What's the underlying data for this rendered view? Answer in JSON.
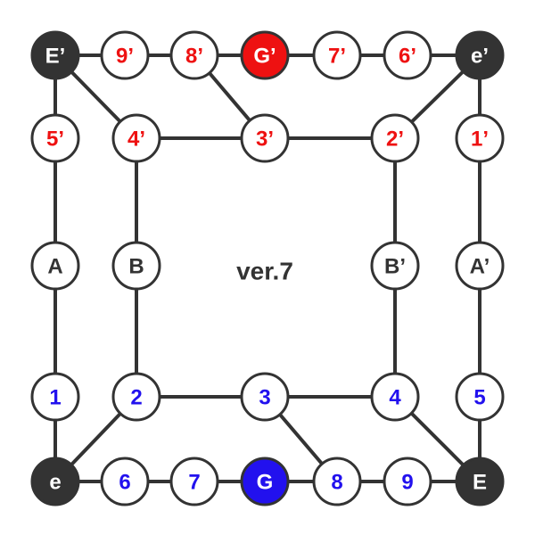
{
  "version_label": "ver.7",
  "colors": {
    "black_fill": "#333333",
    "black_text": "#ffffff",
    "white_fill": "#ffffff",
    "red_fill": "#ee1111",
    "red_text": "#ee1111",
    "blue_fill": "#2211ee",
    "blue_text": "#2211ee",
    "neutral_text": "#333333",
    "edge": "#333333"
  },
  "nodes": [
    {
      "id": "E_prime",
      "label": "E’",
      "style": "black"
    },
    {
      "id": "n9p",
      "label": "9’",
      "style": "red"
    },
    {
      "id": "n8p",
      "label": "8’",
      "style": "red"
    },
    {
      "id": "G_prime",
      "label": "G’",
      "style": "red-filled"
    },
    {
      "id": "n7p",
      "label": "7’",
      "style": "red"
    },
    {
      "id": "n6p",
      "label": "6’",
      "style": "red"
    },
    {
      "id": "e_prime",
      "label": "e’",
      "style": "black"
    },
    {
      "id": "n5p",
      "label": "5’",
      "style": "red"
    },
    {
      "id": "n4p",
      "label": "4’",
      "style": "red"
    },
    {
      "id": "n3p",
      "label": "3’",
      "style": "red"
    },
    {
      "id": "n2p",
      "label": "2’",
      "style": "red"
    },
    {
      "id": "n1p",
      "label": "1’",
      "style": "red"
    },
    {
      "id": "A",
      "label": "A",
      "style": "neutral"
    },
    {
      "id": "B",
      "label": "B",
      "style": "neutral"
    },
    {
      "id": "B_prime",
      "label": "B’",
      "style": "neutral"
    },
    {
      "id": "A_prime",
      "label": "A’",
      "style": "neutral"
    },
    {
      "id": "n1",
      "label": "1",
      "style": "blue"
    },
    {
      "id": "n2",
      "label": "2",
      "style": "blue"
    },
    {
      "id": "n3",
      "label": "3",
      "style": "blue"
    },
    {
      "id": "n4",
      "label": "4",
      "style": "blue"
    },
    {
      "id": "n5",
      "label": "5",
      "style": "blue"
    },
    {
      "id": "e",
      "label": "e",
      "style": "black"
    },
    {
      "id": "n6",
      "label": "6",
      "style": "blue"
    },
    {
      "id": "n7",
      "label": "7",
      "style": "blue"
    },
    {
      "id": "G",
      "label": "G",
      "style": "blue-filled"
    },
    {
      "id": "n8",
      "label": "8",
      "style": "blue"
    },
    {
      "id": "n9",
      "label": "9",
      "style": "blue"
    },
    {
      "id": "E",
      "label": "E",
      "style": "black"
    }
  ],
  "edges": [
    [
      "E_prime",
      "n9p"
    ],
    [
      "n9p",
      "n8p"
    ],
    [
      "n8p",
      "G_prime"
    ],
    [
      "G_prime",
      "n7p"
    ],
    [
      "n7p",
      "n6p"
    ],
    [
      "n6p",
      "e_prime"
    ],
    [
      "E_prime",
      "n5p"
    ],
    [
      "E_prime",
      "n4p"
    ],
    [
      "n8p",
      "n3p"
    ],
    [
      "e_prime",
      "n2p"
    ],
    [
      "e_prime",
      "n1p"
    ],
    [
      "n4p",
      "n3p"
    ],
    [
      "n3p",
      "n2p"
    ],
    [
      "n5p",
      "A"
    ],
    [
      "n4p",
      "B"
    ],
    [
      "n2p",
      "B_prime"
    ],
    [
      "n1p",
      "A_prime"
    ],
    [
      "A",
      "n1"
    ],
    [
      "B",
      "n2"
    ],
    [
      "B_prime",
      "n4"
    ],
    [
      "A_prime",
      "n5"
    ],
    [
      "n2",
      "n3"
    ],
    [
      "n3",
      "n4"
    ],
    [
      "n1",
      "e"
    ],
    [
      "n2",
      "e"
    ],
    [
      "n3",
      "n8"
    ],
    [
      "n4",
      "E"
    ],
    [
      "n5",
      "E"
    ],
    [
      "e",
      "n6"
    ],
    [
      "n6",
      "n7"
    ],
    [
      "n7",
      "G"
    ],
    [
      "G",
      "n8"
    ],
    [
      "n8",
      "n9"
    ],
    [
      "n9",
      "E"
    ]
  ]
}
